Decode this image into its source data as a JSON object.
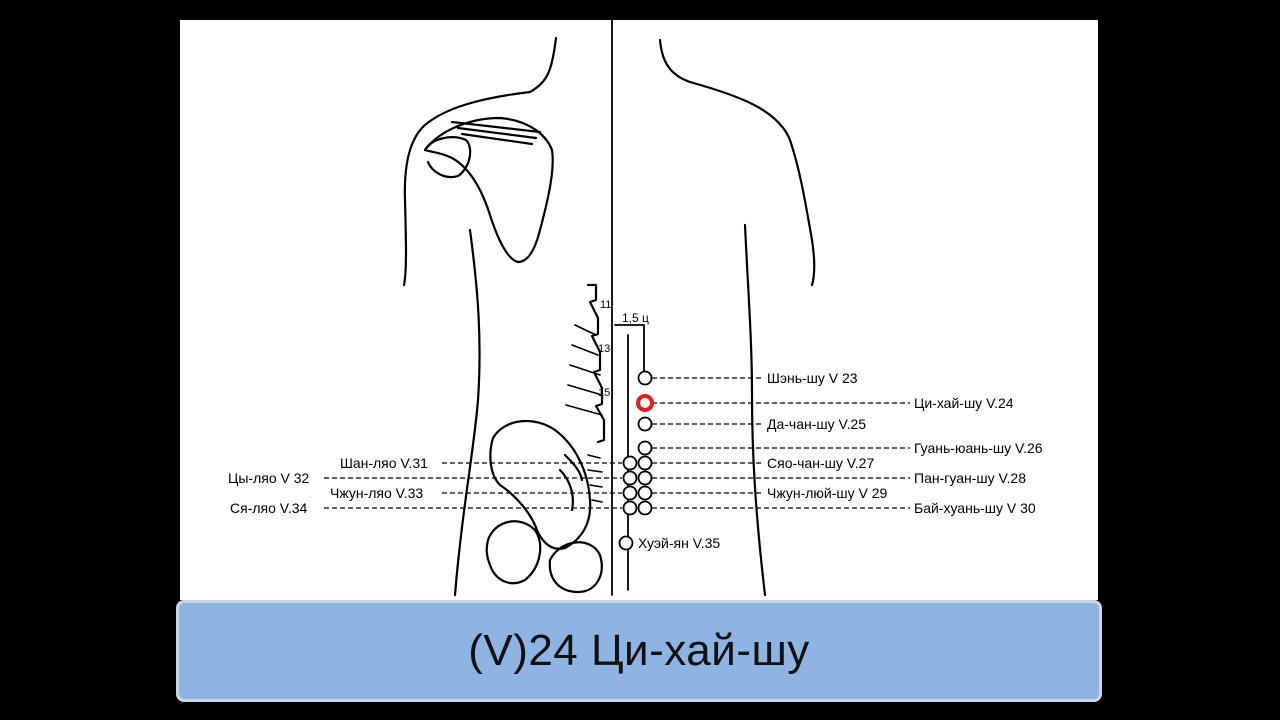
{
  "diagram": {
    "background_color": "#ffffff",
    "highlight_color": "#e02020",
    "vertebra_labels": [
      "11",
      "13",
      "15"
    ],
    "distance_label": "1,5 ц",
    "points_right": [
      {
        "id": "v23",
        "label": "Шэнь-шу V 23",
        "highlighted": false
      },
      {
        "id": "v24",
        "label": "Ци-хай-шу V.24",
        "highlighted": true
      },
      {
        "id": "v25",
        "label": "Да-чан-шу V.25",
        "highlighted": false
      },
      {
        "id": "v26",
        "label": "Гуань-юань-шу V.26",
        "highlighted": false
      },
      {
        "id": "v27",
        "label": "Сяо-чан-шу V.27",
        "highlighted": false
      },
      {
        "id": "v28",
        "label": "Пан-гуан-шу V.28",
        "highlighted": false
      },
      {
        "id": "v29",
        "label": "Чжун-люй-шу V 29",
        "highlighted": false
      },
      {
        "id": "v30",
        "label": "Бай-хуань-шу V 30",
        "highlighted": false
      }
    ],
    "points_left": [
      {
        "id": "v31",
        "label": "Шан-ляо V.31"
      },
      {
        "id": "v32",
        "label": "Цы-ляо V 32"
      },
      {
        "id": "v33",
        "label": "Чжун-ляо V.33"
      },
      {
        "id": "v34",
        "label": "Ся-ляо V.34"
      }
    ],
    "point_bottom": {
      "id": "v35",
      "label": "Хуэй-ян V.35"
    }
  },
  "caption": {
    "text": "(V)24 Ци-хай-шу",
    "background_color": "#8eb4e3"
  }
}
